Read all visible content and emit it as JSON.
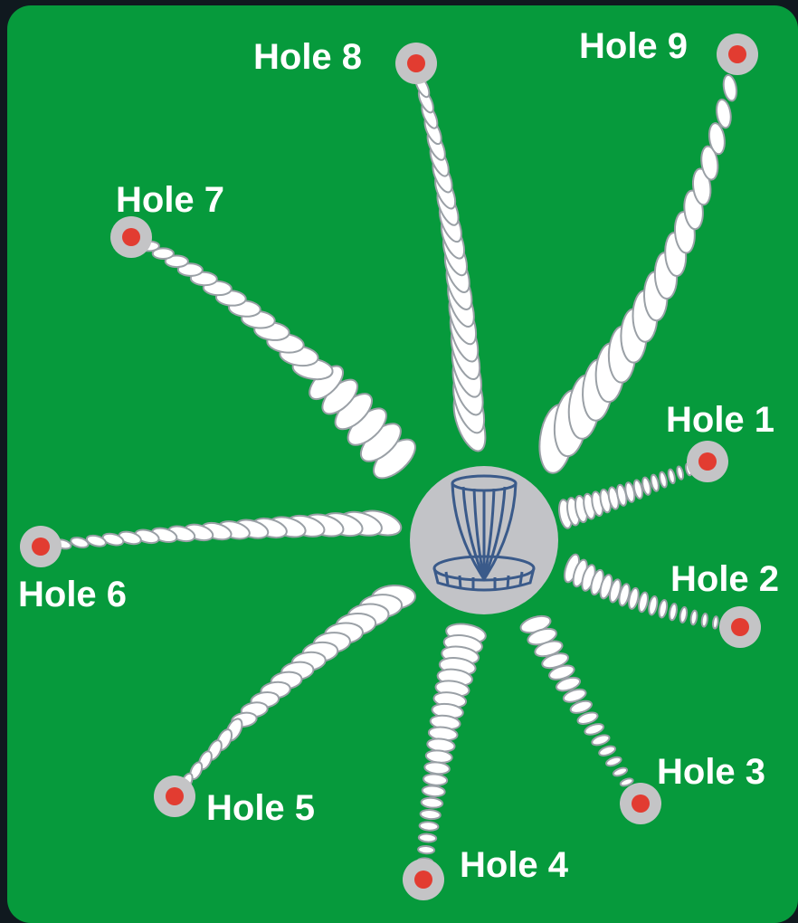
{
  "colors": {
    "background": "#10191f",
    "course": "#069a3c",
    "step": "#ffffff",
    "step_outline": "#9aa0a6",
    "hole_ring": "#c4c4c6",
    "hole_dot": "#e23c31",
    "basket_circle": "#c2c3c7",
    "basket_icon": "#3a5a8a"
  },
  "center_icon": "disc-golf-basket-icon",
  "holes": [
    {
      "label": "Hole 1"
    },
    {
      "label": "Hole 2"
    },
    {
      "label": "Hole 3"
    },
    {
      "label": "Hole 4"
    },
    {
      "label": "Hole 5"
    },
    {
      "label": "Hole 6"
    },
    {
      "label": "Hole 7"
    },
    {
      "label": "Hole 8"
    },
    {
      "label": "Hole 9"
    }
  ]
}
